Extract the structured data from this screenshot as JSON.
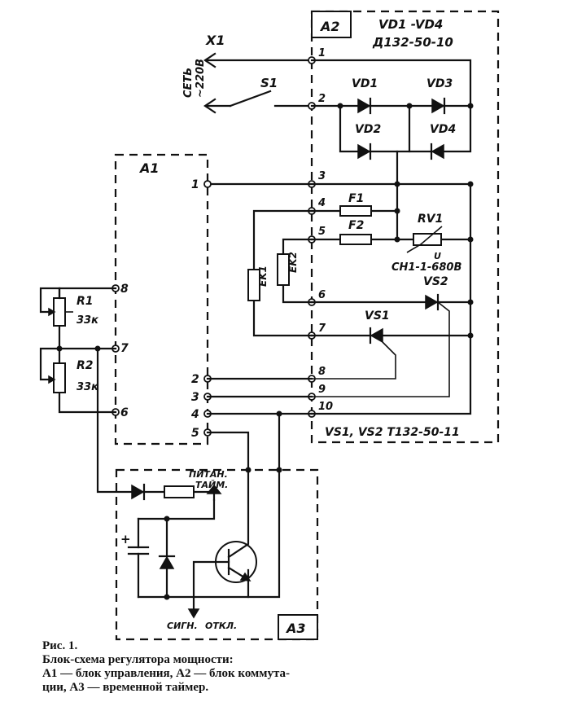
{
  "blocks": {
    "a1": "A1",
    "a2": "A2",
    "a3": "A3"
  },
  "labels": {
    "vd_range": "VD1 -VD4",
    "vd_type": "Д132-50-10",
    "x1": "X1",
    "mains_1": "СЕТЬ",
    "mains_2": "~220В",
    "s1": "S1",
    "vd1": "VD1",
    "vd2": "VD2",
    "vd3": "VD3",
    "vd4": "VD4",
    "f1": "F1",
    "f2": "F2",
    "rv1": "RV1",
    "rv1_u": "U",
    "rv1_type": "СН1-1-680В",
    "ek1": "EK1",
    "ek2": "EK2",
    "vs1": "VS1",
    "vs2": "VS2",
    "vs_type": "VS1, VS2  Т132-50-11",
    "r1": "R1",
    "r1_val": "33к",
    "r2": "R2",
    "r2_val": "33к",
    "pit_1": "ПИТАН.",
    "pit_2": "ТАЙМ.",
    "sign": "СИГН.",
    "otkl": "ОТКЛ.",
    "plus": "+"
  },
  "pins": {
    "a2": [
      "1",
      "2",
      "3",
      "4",
      "5",
      "6",
      "7",
      "8",
      "9",
      "10"
    ],
    "a1_right": [
      "1",
      "2",
      "3",
      "4",
      "5"
    ],
    "a1_left": [
      "8",
      "7",
      "6"
    ]
  },
  "caption": {
    "title": "Рис. 1.",
    "line1": "Блок-схема регулятора мощности:",
    "line2": "А1 — блок управления, А2 — блок коммута-",
    "line3": "ции, А3 — временной таймер."
  }
}
